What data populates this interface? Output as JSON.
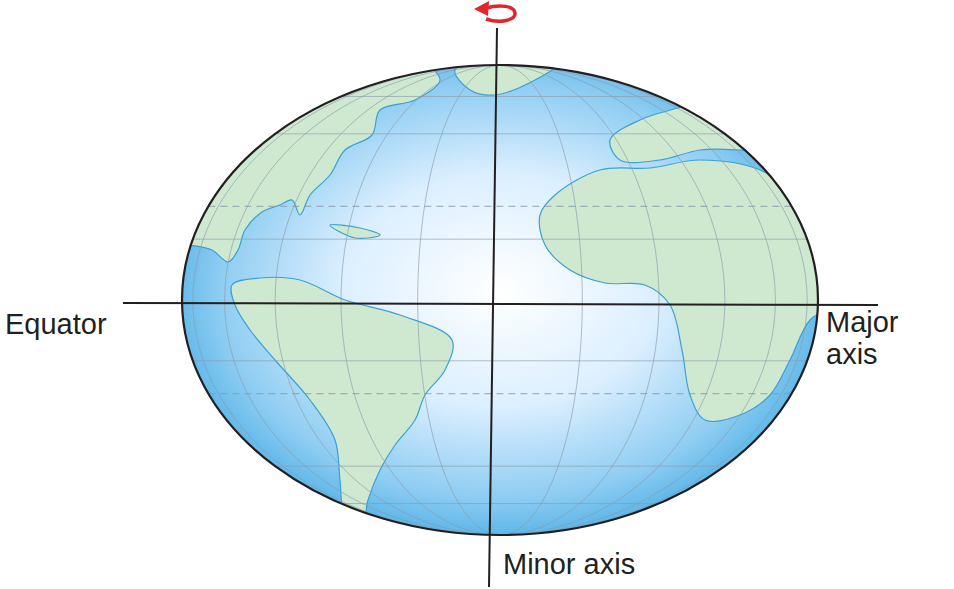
{
  "diagram": {
    "labels": [
      "Equator",
      "Major axis",
      "Minor axis"
    ]
  }
}
